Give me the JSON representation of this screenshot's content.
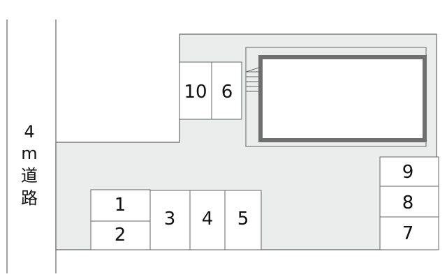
{
  "road": {
    "lines": [
      "4",
      "m",
      "道",
      "路"
    ]
  },
  "spaces": [
    "1",
    "2",
    "3",
    "4",
    "5",
    "6",
    "7",
    "8",
    "9",
    "10"
  ],
  "colors": {
    "lot": "#ebecec",
    "stroke": "#666666",
    "building_wall": "#6f6f6f",
    "text": "#111111"
  }
}
